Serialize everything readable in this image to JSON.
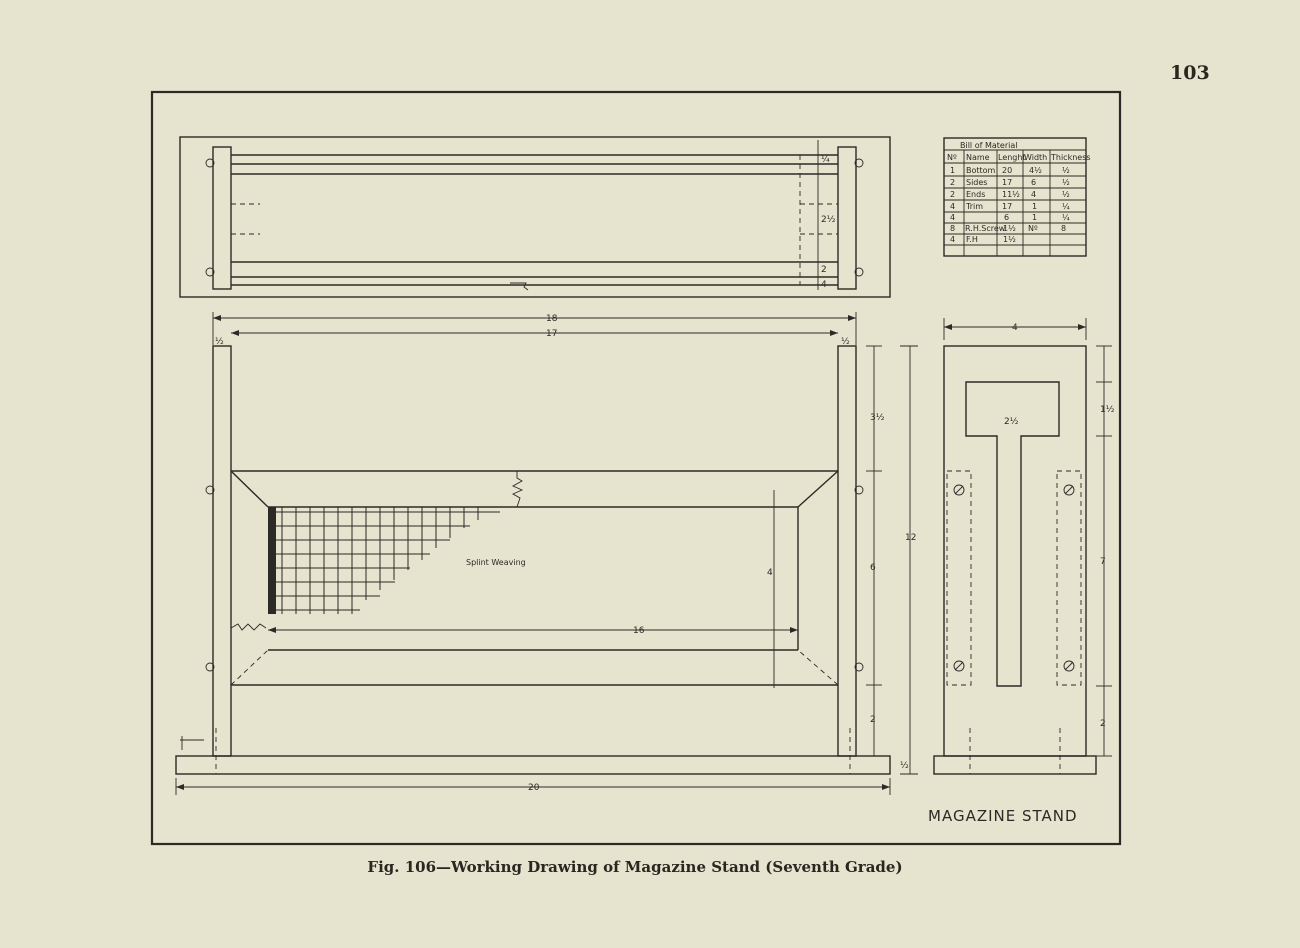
{
  "page_number": "103",
  "caption": "Fig. 106—Working Drawing of Magazine Stand (Seventh Grade)",
  "drawing": {
    "title": "MAGAZINE STAND",
    "weaving_note": "Splint Weaving",
    "bill_of_material": {
      "title": "Bill of Material",
      "headers": [
        "Nº",
        "Name",
        "Lenght",
        "Width",
        "Thickness"
      ],
      "rows": [
        [
          "1",
          "Bottom",
          "20",
          "4½",
          "½"
        ],
        [
          "2",
          "Sides",
          "17",
          "6",
          "½"
        ],
        [
          "2",
          "Ends",
          "11½",
          "4",
          "½"
        ],
        [
          "4",
          "Trim",
          "17",
          "1",
          "¼"
        ],
        [
          "4",
          "",
          "6",
          "1",
          "¼"
        ],
        [
          "8",
          "R.H.Screw",
          "1½",
          "Nº",
          "8"
        ],
        [
          "4",
          "F.H",
          "1½",
          "",
          ""
        ]
      ]
    },
    "dimensions": {
      "overall_length": "18",
      "inner_length": "17",
      "base_length": "20",
      "panel_length": "16",
      "overall_height": "12",
      "side_height": "6",
      "top_gap": "3½",
      "panel_height": "4",
      "bottom_gap": "2",
      "base_thickness": "½",
      "end_width": "4",
      "end_slot": "1½",
      "end_mid": "7",
      "end_bottom": "2",
      "top_view_width": "2½",
      "top_view_side": "¼",
      "top_view_inner": "2",
      "top_view_edge": "4",
      "end_slot_width": "2½",
      "post_width": "½"
    }
  }
}
